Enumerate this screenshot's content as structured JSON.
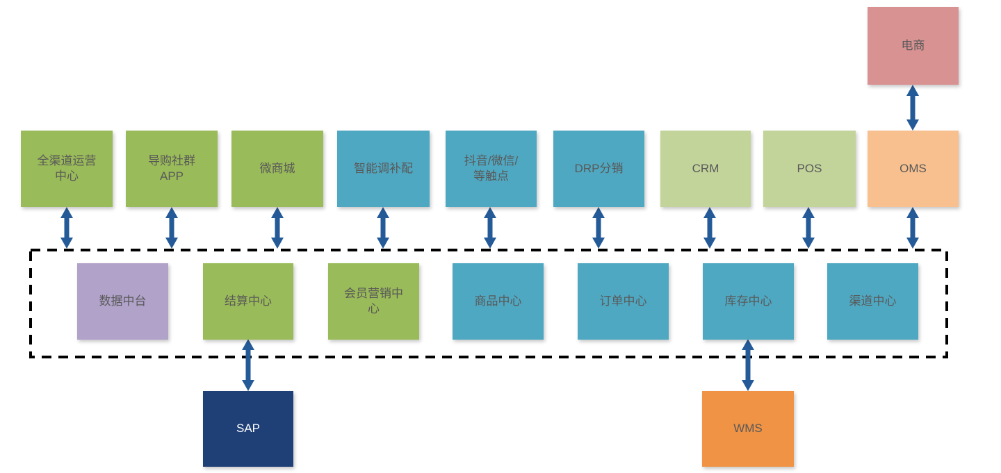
{
  "canvas": {
    "background": "#ffffff"
  },
  "colors": {
    "green": "#9ABB59",
    "teal": "#4FA8C2",
    "light_green": "#C3D49B",
    "peach": "#F8C08F",
    "pink": "#D99292",
    "purple": "#B1A2C9",
    "navy": "#1F4077",
    "orange": "#F09344",
    "arrow": "#235A97",
    "dashed_border": "#000000",
    "label_text": "#595959",
    "label_text_light": "#FFFFFF"
  },
  "nodes": {
    "ecommerce": {
      "label": "电商"
    },
    "top_row": [
      {
        "label": "全渠道运营中心"
      },
      {
        "label": "导购社群APP"
      },
      {
        "label": "微商城"
      },
      {
        "label": "智能调补配"
      },
      {
        "label": "抖音/微信/等触点"
      },
      {
        "label": "DRP分销"
      },
      {
        "label": "CRM"
      },
      {
        "label": "POS"
      },
      {
        "label": "OMS"
      }
    ],
    "middle_row": [
      {
        "label": "数据中台"
      },
      {
        "label": "结算中心"
      },
      {
        "label": "会员营销中心"
      },
      {
        "label": "商品中心"
      },
      {
        "label": "订单中心"
      },
      {
        "label": "库存中心"
      },
      {
        "label": "渠道中心"
      }
    ],
    "bottom_row": [
      {
        "label": "SAP"
      },
      {
        "label": "WMS"
      }
    ]
  }
}
